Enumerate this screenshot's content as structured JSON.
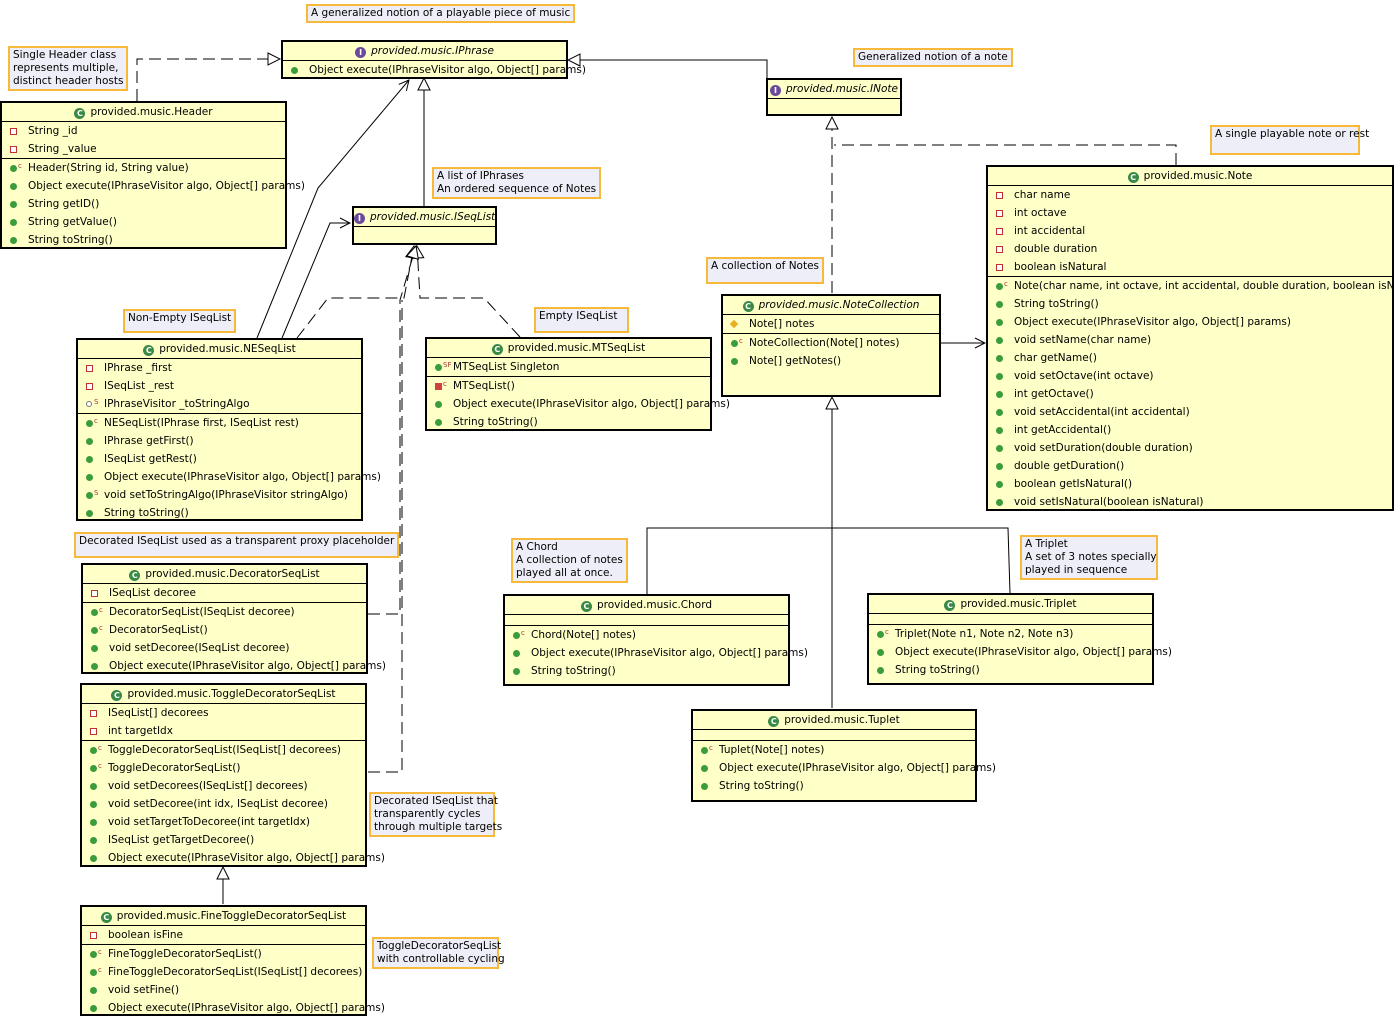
{
  "notes": {
    "playable": "A generalized notion of a playable piece of music",
    "header_hosts": [
      "Single Header class",
      "represents multiple,",
      "distinct header hosts"
    ],
    "note_generalized": "Generalized notion of a note",
    "single_note": "A single playable note or rest",
    "list_iphrases": [
      "A list of IPhrases",
      "An ordered sequence of Notes"
    ],
    "collection_notes": "A collection of Notes",
    "non_empty": "Non-Empty ISeqList",
    "empty": "Empty ISeqList",
    "decorated": "Decorated ISeqList used as a transparent proxy placeholder",
    "chord": [
      "A Chord",
      "A collection of notes",
      "played all at once."
    ],
    "triplet": [
      "A Triplet",
      "A set of 3 notes specially",
      "played in sequence"
    ],
    "toggle_cycles": [
      "Decorated ISeqList that",
      "transparently cycles",
      "through multiple targets"
    ],
    "fine_toggle": [
      "ToggleDecoratorSeqList",
      "with controllable cycling"
    ]
  },
  "classes": {
    "iphrase": {
      "title": "provided.music.IPhrase",
      "methods": [
        "Object execute(IPhraseVisitor algo, Object[] params)"
      ]
    },
    "inote": {
      "title": "provided.music.INote"
    },
    "iseqlist": {
      "title": "provided.music.ISeqList"
    },
    "header": {
      "title": "provided.music.Header",
      "fields": [
        "String _id",
        "String _value"
      ],
      "methods": [
        "Header(String id, String value)",
        "Object execute(IPhraseVisitor algo, Object[] params)",
        "String getID()",
        "String getValue()",
        "String toString()"
      ]
    },
    "note": {
      "title": "provided.music.Note",
      "fields": [
        "char name",
        "int octave",
        "int accidental",
        "double duration",
        "boolean isNatural"
      ],
      "methods": [
        "Note(char name, int octave, int accidental, double duration, boolean isNatural)",
        "String toString()",
        "Object execute(IPhraseVisitor algo, Object[] params)",
        "void setName(char name)",
        "char getName()",
        "void setOctave(int octave)",
        "int getOctave()",
        "void setAccidental(int accidental)",
        "int getAccidental()",
        "void setDuration(double duration)",
        "double getDuration()",
        "boolean getIsNatural()",
        "void setIsNatural(boolean isNatural)"
      ]
    },
    "notecollection": {
      "title": "provided.music.NoteCollection",
      "fields": [
        "Note[] notes"
      ],
      "methods": [
        "NoteCollection(Note[] notes)",
        "Note[] getNotes()"
      ]
    },
    "neseqlist": {
      "title": "provided.music.NESeqList",
      "fields": [
        "IPhrase _first",
        "ISeqList _rest",
        "IPhraseVisitor _toStringAlgo"
      ],
      "methods": [
        "NESeqList(IPhrase first, ISeqList rest)",
        "IPhrase getFirst()",
        "ISeqList getRest()",
        "Object execute(IPhraseVisitor algo, Object[] params)",
        "void setToStringAlgo(IPhraseVisitor stringAlgo)",
        "String toString()"
      ]
    },
    "mtseqlist": {
      "title": "provided.music.MTSeqList",
      "fields": [
        "MTSeqList Singleton"
      ],
      "methods": [
        "MTSeqList()",
        "Object execute(IPhraseVisitor algo, Object[] params)",
        "String toString()"
      ]
    },
    "decorator": {
      "title": "provided.music.DecoratorSeqList",
      "fields": [
        "ISeqList decoree"
      ],
      "methods": [
        "DecoratorSeqList(ISeqList decoree)",
        "DecoratorSeqList()",
        "void setDecoree(ISeqList decoree)",
        "Object execute(IPhraseVisitor algo, Object[] params)"
      ]
    },
    "toggle": {
      "title": "provided.music.ToggleDecoratorSeqList",
      "fields": [
        "ISeqList[] decorees",
        "int targetIdx"
      ],
      "methods": [
        "ToggleDecoratorSeqList(ISeqList[] decorees)",
        "ToggleDecoratorSeqList()",
        "void setDecorees(ISeqList[] decorees)",
        "void setDecoree(int idx, ISeqList decoree)",
        "void setTargetToDecoree(int targetIdx)",
        "ISeqList getTargetDecoree()",
        "Object execute(IPhraseVisitor algo, Object[] params)"
      ]
    },
    "finetoggle": {
      "title": "provided.music.FineToggleDecoratorSeqList",
      "fields": [
        "boolean isFine"
      ],
      "methods": [
        "FineToggleDecoratorSeqList()",
        "FineToggleDecoratorSeqList(ISeqList[] decorees)",
        "void setFine()",
        "Object execute(IPhraseVisitor algo, Object[] params)"
      ]
    },
    "chord": {
      "title": "provided.music.Chord",
      "methods": [
        "Chord(Note[] notes)",
        "Object execute(IPhraseVisitor algo, Object[] params)",
        "String toString()"
      ]
    },
    "triplet": {
      "title": "provided.music.Triplet",
      "methods": [
        "Triplet(Note n1, Note n2, Note n3)",
        "Object execute(IPhraseVisitor algo, Object[] params)",
        "String toString()"
      ]
    },
    "tuplet": {
      "title": "provided.music.Tuplet",
      "methods": [
        "Tuplet(Note[] notes)",
        "Object execute(IPhraseVisitor algo, Object[] params)",
        "String toString()"
      ]
    }
  },
  "colors": {
    "class_fill": "#ffffc8",
    "note_fill": "#eeeef8",
    "note_border": "#f6b93a",
    "class_icon": "#3a8a47",
    "interface_icon": "#6a4a9c"
  }
}
